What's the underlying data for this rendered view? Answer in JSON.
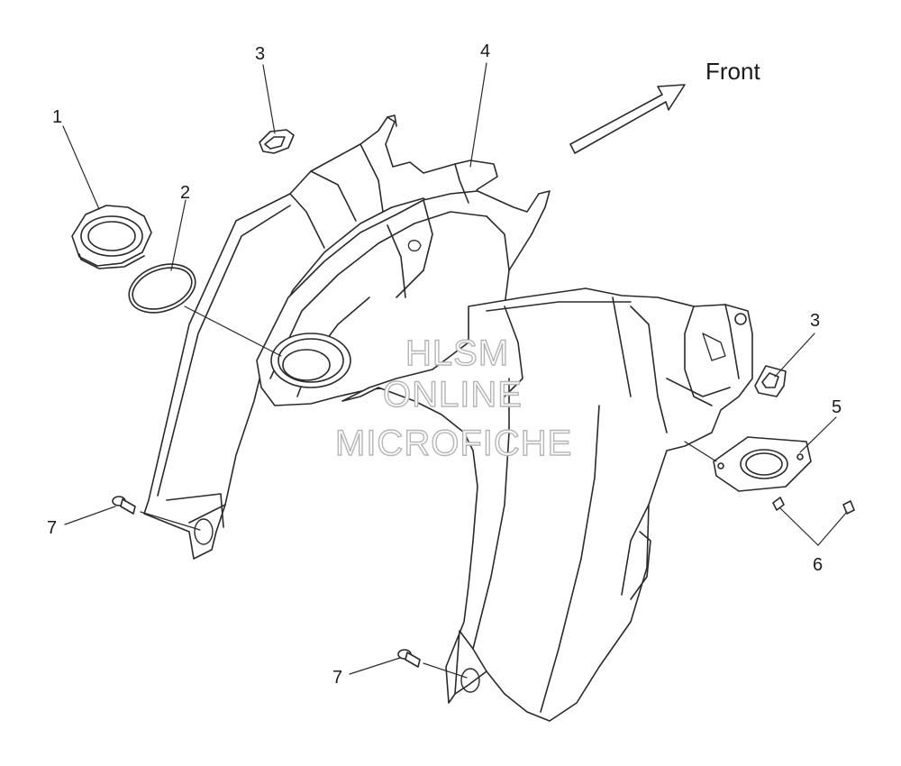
{
  "diagram": {
    "direction_label": "Front",
    "callouts": [
      "1",
      "2",
      "3",
      "4",
      "3",
      "5",
      "6",
      "7",
      "7"
    ],
    "watermark": [
      "HLSM",
      "ONLINE",
      "MICROFICHE"
    ],
    "line_color": "#2a2a2a",
    "part_fill": "#ffffff"
  }
}
